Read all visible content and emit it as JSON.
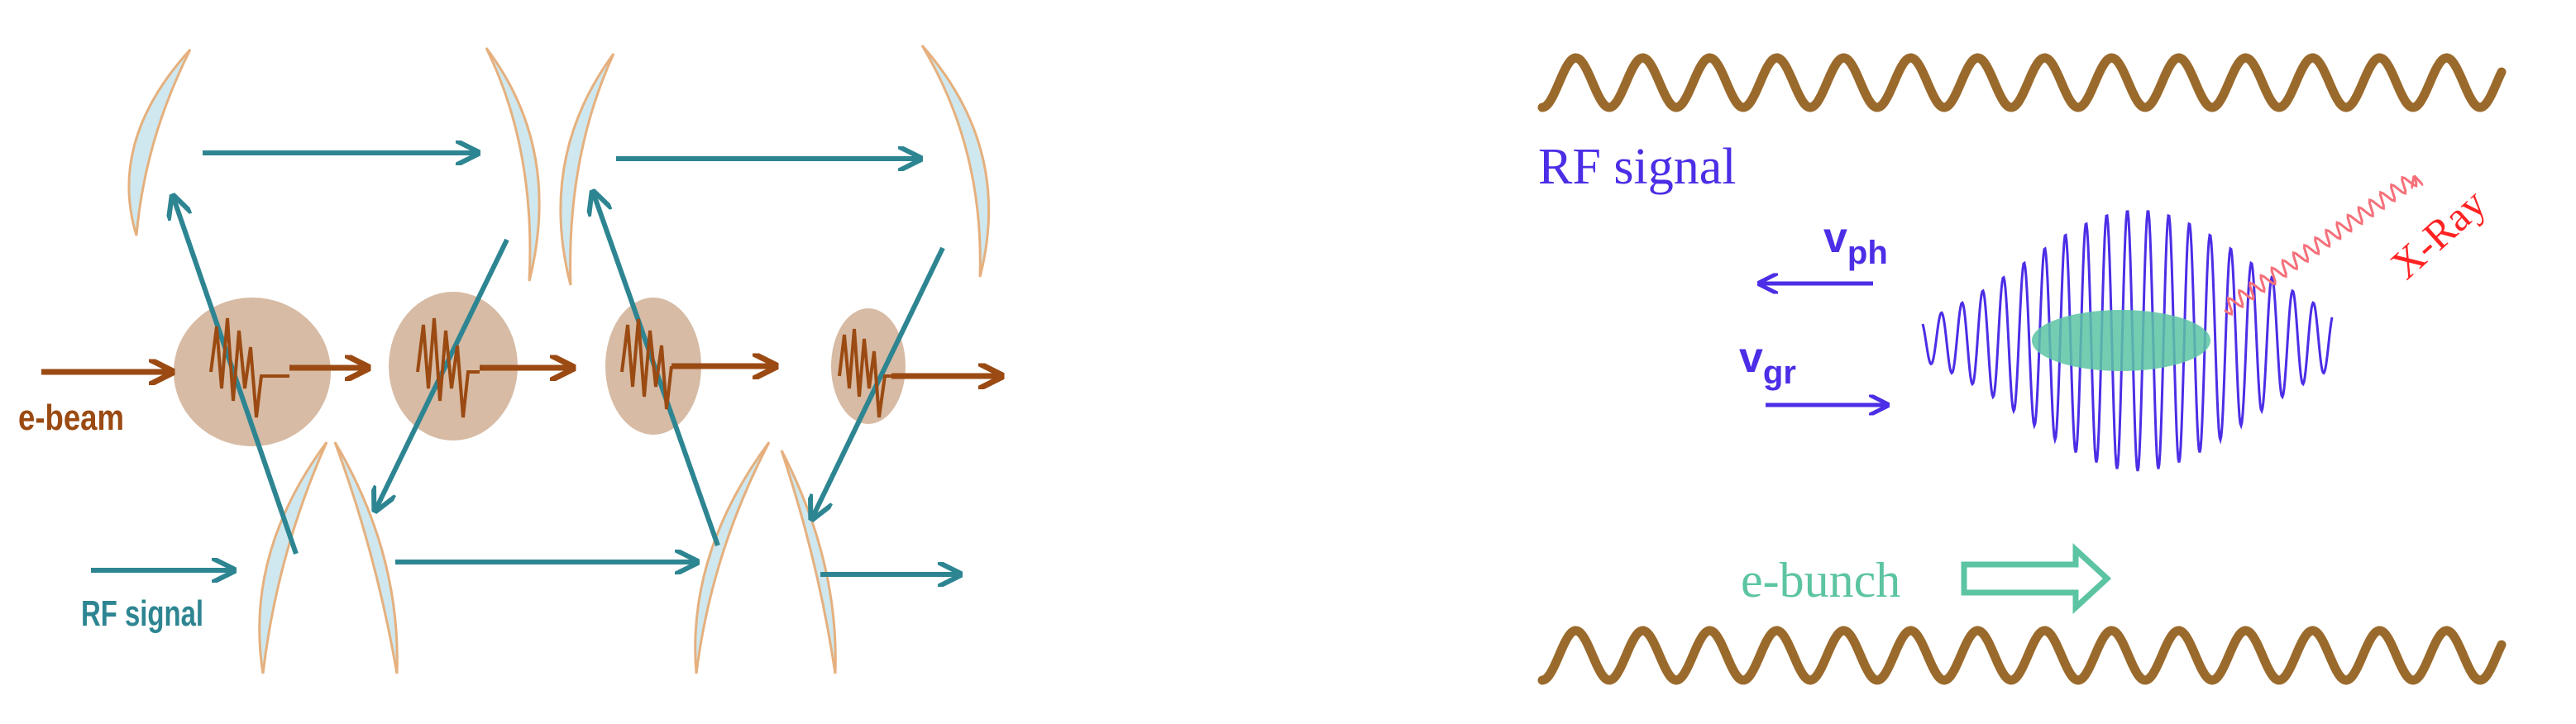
{
  "left_panel": {
    "ebeam_label": "e-beam",
    "rf_label": "RF signal"
  },
  "right_panel": {
    "rf_label": "RF signal",
    "vph_label": "v",
    "vph_sub": "ph",
    "vgr_label": "v",
    "vgr_sub": "gr",
    "xray_label": "X-Ray",
    "ebunch_label": "e-bunch"
  },
  "colors": {
    "mirror_fill": "#cfe8ef",
    "mirror_edge": "#e5b07e",
    "teal_arrow": "#2e8592",
    "brown": "#9a4a12",
    "bunch_circle": "#d7bba4",
    "rf_blue": "#4b2ee6",
    "waveguide": "#9a6a2c",
    "ebunch_green": "#5cc4a3",
    "xray_red": "#f5707a"
  }
}
